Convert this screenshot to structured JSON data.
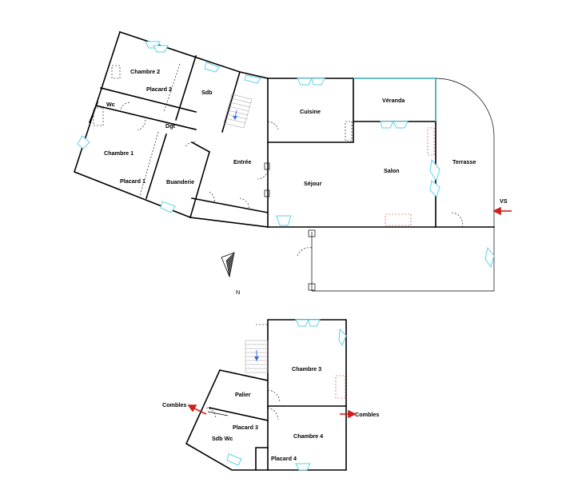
{
  "rooms": {
    "chambre2": "Chambre 2",
    "placard2": "Placard 2",
    "sdb": "Sdb",
    "wc": "Wc",
    "dgt": "Dgt",
    "chambre1": "Chambre 1",
    "placard1": "Placard 1",
    "buanderie": "Buanderie",
    "entree": "Entrée",
    "cuisine": "Cuisine",
    "veranda": "Véranda",
    "salon": "Salon",
    "terrasse": "Terrasse",
    "sejour": "Séjour",
    "chambre3": "Chambre 3",
    "palier": "Palier",
    "placard3": "Placard 3",
    "sdbwc": "Sdb Wc",
    "chambre4": "Chambre 4",
    "placard4": "Placard 4"
  },
  "markers": {
    "vs": "VS",
    "combles_left": "Combles",
    "combles_right": "Combles",
    "north": "N"
  },
  "colors": {
    "wall": "#000000",
    "window": "#5ed3e6",
    "arrow": "#d01c1c",
    "stair_arrow": "#3a6fd8"
  }
}
